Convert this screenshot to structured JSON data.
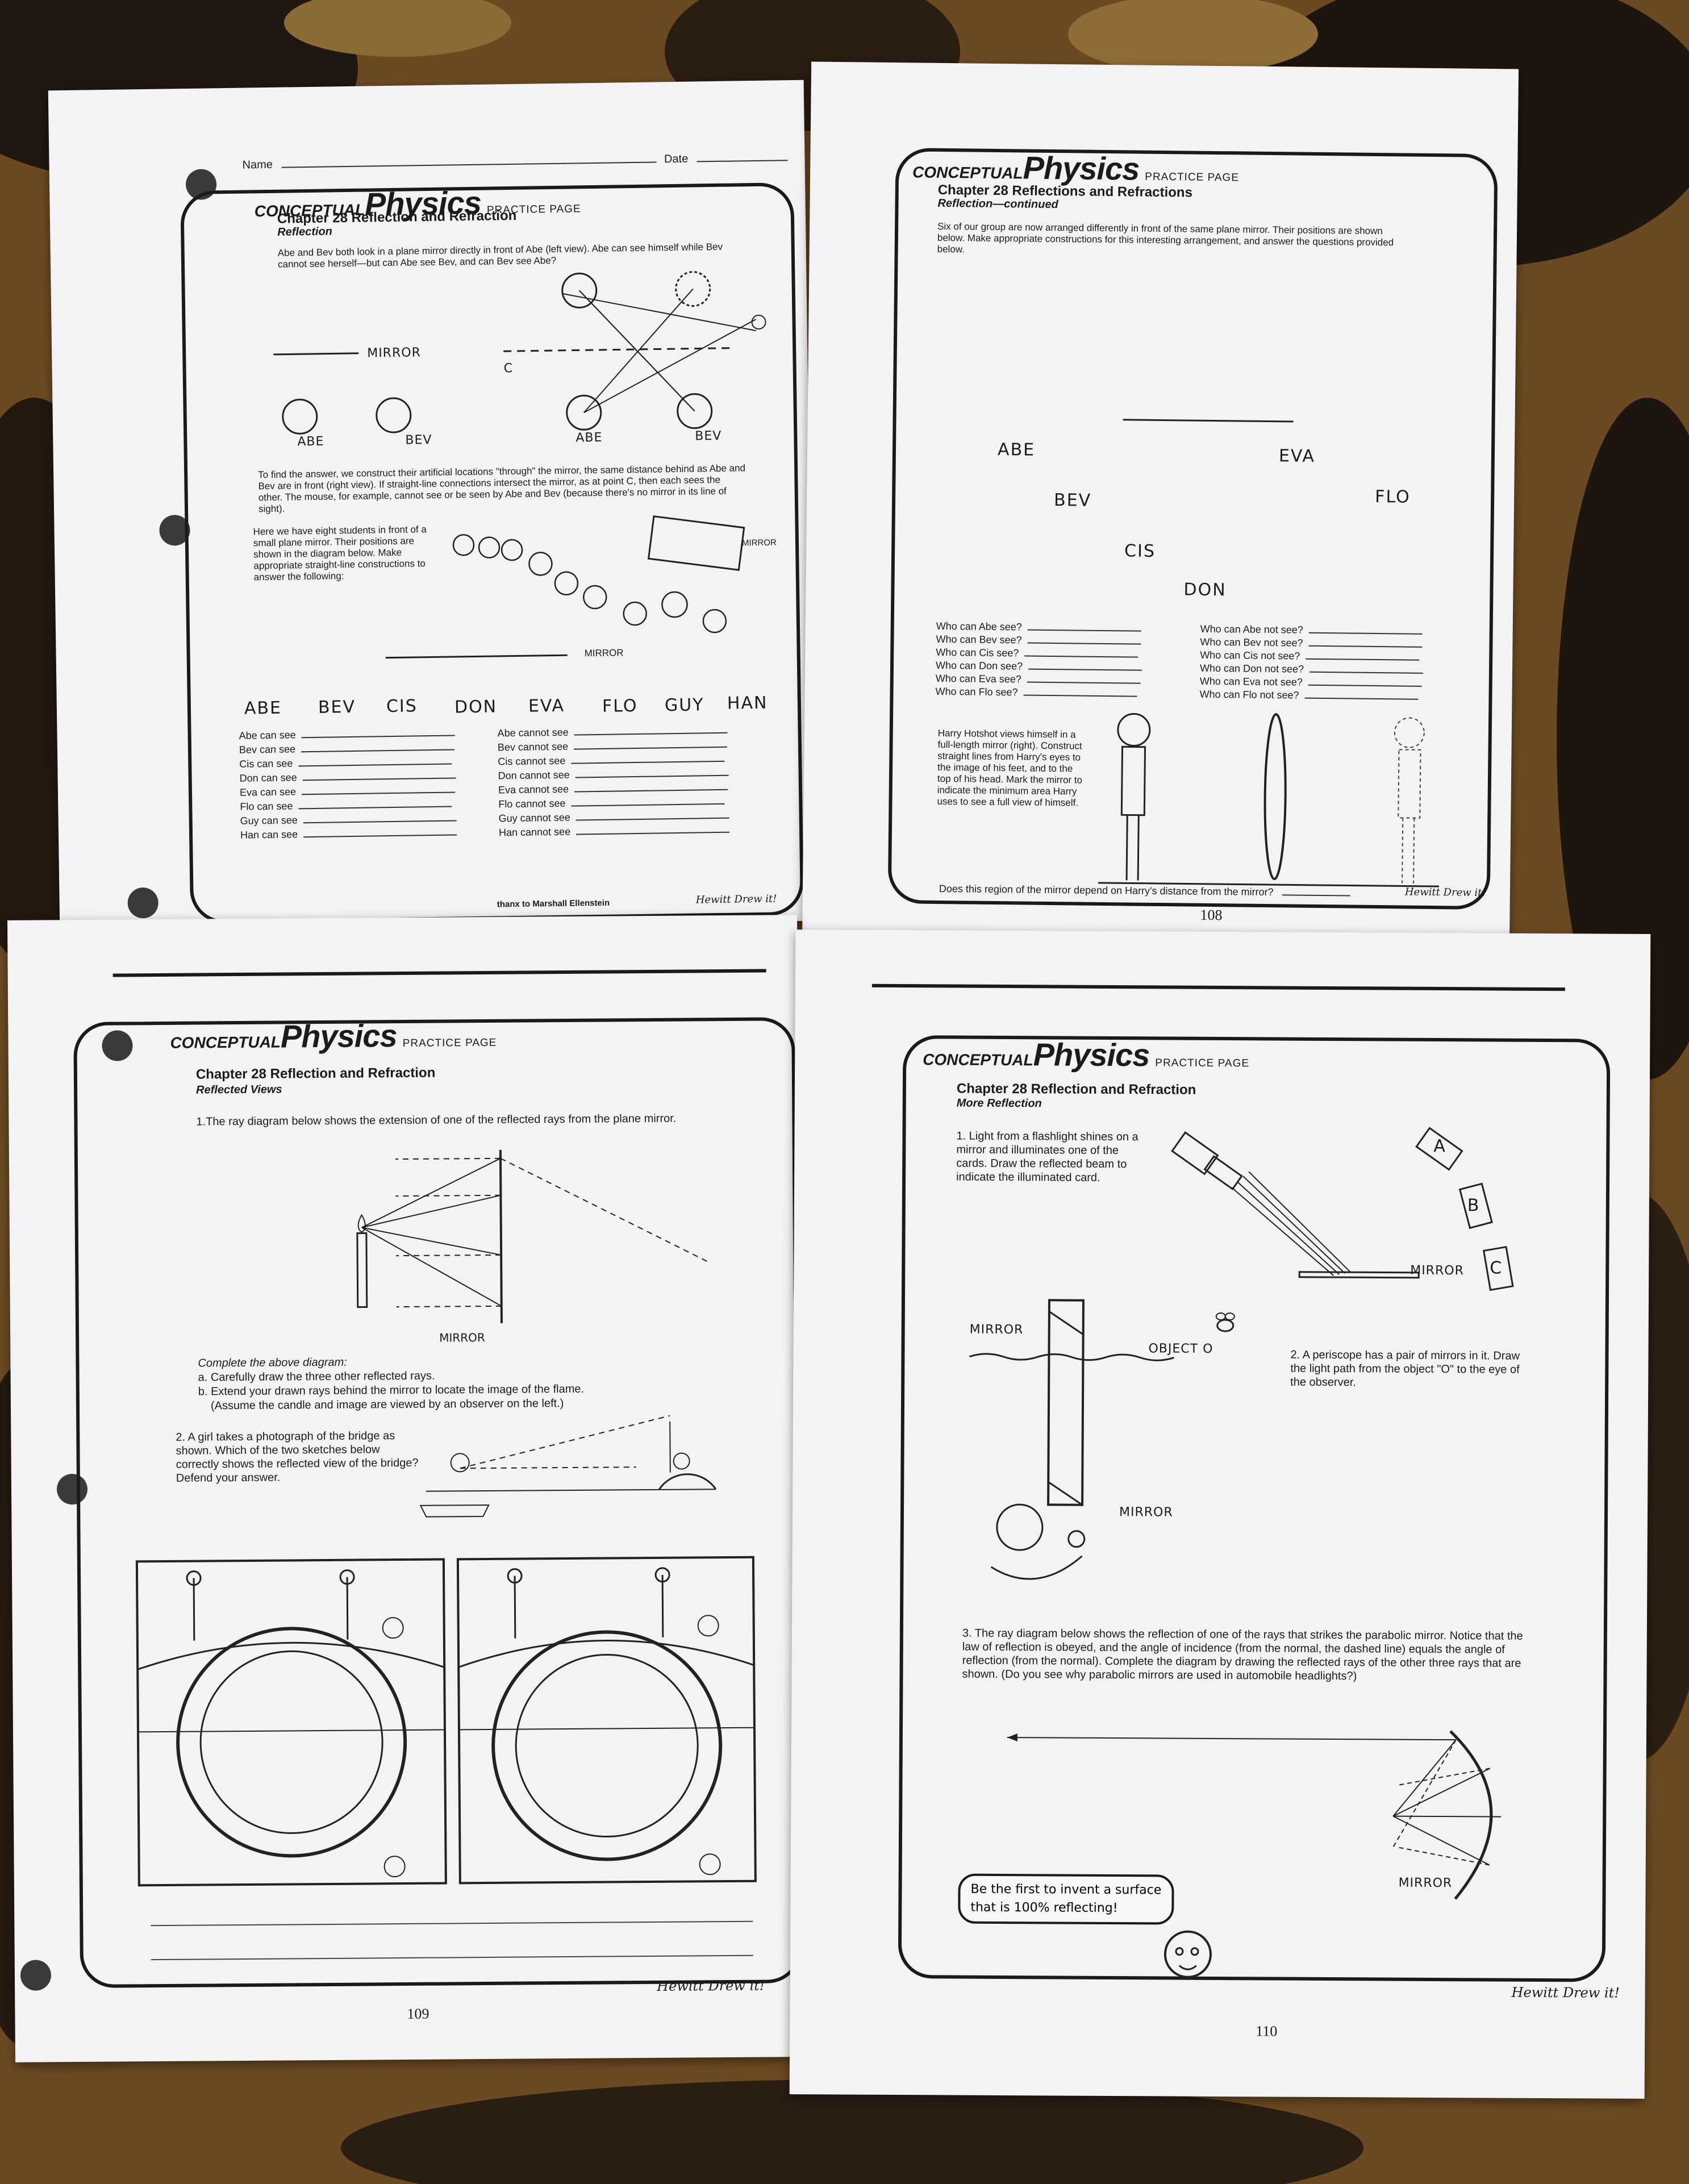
{
  "brand": {
    "conceptual": "CONCEPTUAL",
    "physics": "Physics",
    "practice": "PRACTICE PAGE"
  },
  "signature": "Hewitt Drew it!",
  "page1": {
    "name_label": "Name",
    "date_label": "Date",
    "chapter": "Chapter 28  Reflection and Refraction",
    "section": "Reflection",
    "intro": "Abe and Bev both look in a plane mirror directly in front of Abe (left view). Abe can see himself while Bev cannot see herself—but can Abe see Bev, and can Bev see Abe?",
    "mirror_label": "MIRROR",
    "abe": "ABE",
    "bev": "BEV",
    "point_c": "C",
    "explain": "To find the answer, we construct their artificial locations \"through\" the mirror, the same distance behind as Abe and Bev are in front (right view). If straight-line connections intersect the mirror, as at point C, then each sees the other. The mouse, for example, cannot see or be seen by Abe and Bev (because there's no mirror in its line of sight).",
    "eight": "Here we have eight students in front of a small plane mirror. Their positions are shown in the diagram below. Make appropriate straight-line constructions to answer the following:",
    "students": [
      "ABE",
      "BEV",
      "CIS",
      "DON",
      "EVA",
      "FLO",
      "GUY",
      "HAN"
    ],
    "can_see": [
      "Abe can see",
      "Bev can see",
      "Cis can see",
      "Don can see",
      "Eva can see",
      "Flo can see",
      "Guy can see",
      "Han can see"
    ],
    "cannot_see": [
      "Abe cannot see",
      "Bev cannot see",
      "Cis cannot see",
      "Don cannot see",
      "Eva cannot see",
      "Flo cannot see",
      "Guy cannot see",
      "Han cannot see"
    ],
    "thanks": "thanx to Marshall Ellenstein"
  },
  "page2": {
    "chapter": "Chapter 28  Reflections and Refractions",
    "section": "Reflection—continued",
    "intro": "Six of our group are now arranged differently in front of the same plane mirror. Their positions are shown below. Make appropriate constructions for this interesting arrangement, and answer the questions provided below.",
    "names": {
      "abe": "ABE",
      "eva": "EVA",
      "bev": "BEV",
      "flo": "FLO",
      "cis": "CIS",
      "don": "DON"
    },
    "who_see": [
      "Who can Abe see?",
      "Who can Bev see?",
      "Who can Cis see?",
      "Who can Don see?",
      "Who can Eva see?",
      "Who can Flo see?"
    ],
    "who_not_see": [
      "Who can Abe not see?",
      "Who can Bev not see?",
      "Who can Cis  not see?",
      "Who can Don not see?",
      "Who can Eva not see?",
      "Who can Flo not see?"
    ],
    "harry": "Harry Hotshot views himself in a full-length mirror (right). Construct straight lines from Harry's eyes to the image of his feet, and to the top of his head. Mark the mirror to indicate the minimum area Harry uses to see a full view of himself.",
    "question": "Does this region of the mirror depend on Harry's distance from the mirror?",
    "page_number": "108"
  },
  "page3": {
    "chapter": "Chapter 28  Reflection and Refraction",
    "section": "Reflected Views",
    "q1": "1.The ray diagram below shows the extension of one of the reflected rays from the plane mirror.",
    "mirror_label": "MIRROR",
    "complete": "Complete the above diagram:",
    "step_a": "a. Carefully draw the three other reflected rays.",
    "step_b": "b. Extend your drawn rays behind the mirror to locate the image of the flame.",
    "step_b2": "(Assume the candle and image are viewed by an observer on the left.)",
    "q2": "2. A girl takes a photograph of the bridge as shown. Which of the two sketches below correctly shows the reflected view of the bridge? Defend your answer.",
    "page_number": "109"
  },
  "page4": {
    "chapter": "Chapter 28  Reflection and Refraction",
    "section": "More Reflection",
    "q1": "1. Light from a flashlight shines on a mirror and illuminates one of the cards. Draw the reflected beam to indicate the illuminated card.",
    "cards": [
      "A",
      "B",
      "C"
    ],
    "mirror_label": "MIRROR",
    "object_label": "OBJECT",
    "object_o": "O",
    "q2": "2. A periscope has a pair of mirrors in it. Draw the light path from the object \"O\" to the eye of the observer.",
    "q3": "3. The ray diagram below shows the reflection of one of the rays that strikes the parabolic mirror. Notice that the law of reflection is obeyed, and the angle of incidence (from the normal, the dashed line) equals the angle of reflection (from the normal). Complete the diagram by drawing the reflected rays of the other three rays that are shown. (Do you see why parabolic mirrors are used in automobile headlights?)",
    "bubble_line1": "Be the first to invent a surface",
    "bubble_line2": "that is 100% reflecting!",
    "page_number": "110"
  }
}
